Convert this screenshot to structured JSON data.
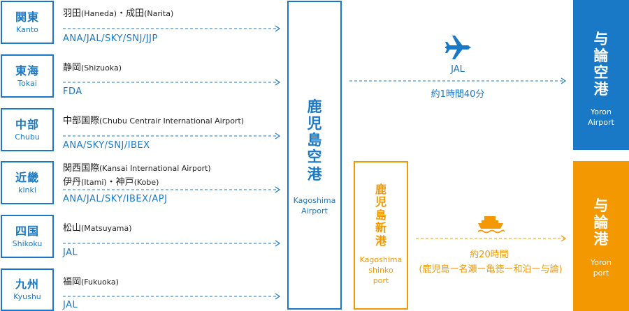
{
  "regions": [
    {
      "ja": "関東",
      "en": "Kanto",
      "origins": [
        "羽田",
        "(Haneda)",
        "・成田",
        "(Narita)"
      ],
      "airlines": "ANA/JAL/SKY/SNJ/JJP"
    },
    {
      "ja": "東海",
      "en": "Tokai",
      "origins": [
        "静岡",
        "(Shizuoka)"
      ],
      "airlines": "FDA"
    },
    {
      "ja": "中部",
      "en": "Chubu",
      "origins": [
        "中部国際",
        "(Chubu Centrair International Airport)"
      ],
      "airlines": "ANA/SKY/SNJ/IBEX"
    },
    {
      "ja": "近畿",
      "en": "kinki",
      "origins": [
        "関西国際",
        "(Kansai International Airport)"
      ],
      "origins2": [
        "伊丹",
        "(Itami)",
        "・神戸",
        "(Kobe)"
      ],
      "airlines": "ANA/JAL/SKY/IBEX/APJ"
    },
    {
      "ja": "四国",
      "en": "Shikoku",
      "origins": [
        "松山",
        "(Matsuyama)"
      ],
      "airlines": "JAL"
    },
    {
      "ja": "九州",
      "en": "Kyushu",
      "origins": [
        "福岡",
        "(Fukuoka)"
      ],
      "airlines": "JAL"
    }
  ],
  "hub": {
    "chars": [
      "鹿",
      "児",
      "島",
      "空",
      "港"
    ],
    "en": "Kagoshima\nAirport"
  },
  "flight": {
    "airline": "JAL",
    "duration": "約1時間40分"
  },
  "shinko": {
    "chars": [
      "鹿",
      "児",
      "島",
      "新",
      "港"
    ],
    "en": "Kagoshima\nshinko\nport"
  },
  "ferry": {
    "duration": "約20時間",
    "route": "(鹿児島ー名瀬ー亀徳ー和泊ー与論)"
  },
  "yoron_airport": {
    "chars": [
      "与",
      "論",
      "空",
      "港"
    ],
    "en": "Yoron\nAirport"
  },
  "yoron_port": {
    "chars": [
      "与",
      "論",
      "港"
    ],
    "en": "Yoron\nport"
  },
  "colors": {
    "blue": "#1a79c6",
    "orange": "#f39800",
    "text": "#222222"
  },
  "icons": {
    "plane": "airplane-icon",
    "ferry": "ferry-icon"
  }
}
